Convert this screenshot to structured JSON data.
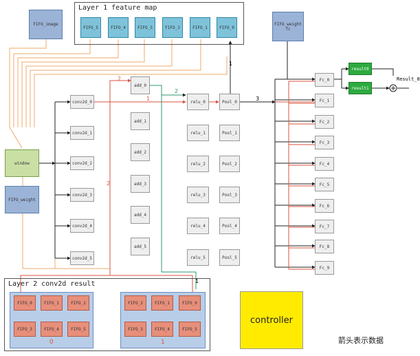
{
  "layer1": {
    "title": "Layer 1 feature map",
    "fifos": [
      "FIFO_5",
      "FIFO_4",
      "FIFO_3",
      "FIFO_2",
      "FIFO_1",
      "FIFO_0"
    ]
  },
  "fifo_image": "FIFO_image",
  "fifo_weight_fc": "FIFO_weight fc",
  "window": "window",
  "fifo_weight": "FIFO_weight",
  "conv": [
    "conv2d_0",
    "conv2d_1",
    "conv2d_2",
    "conv2d_3",
    "conv2d_4",
    "conv2d_5"
  ],
  "add": [
    "add_0",
    "add_1",
    "add_2",
    "add_3",
    "add_4",
    "add_5"
  ],
  "relu": [
    "relu_0",
    "relu_1",
    "relu_2",
    "relu_3",
    "relu_4",
    "relu_5"
  ],
  "pool": [
    "Pool_0",
    "Pool_1",
    "Pool_2",
    "Pool_3",
    "Pool_4",
    "Pool_5"
  ],
  "fc": [
    "Fc_0",
    "Fc_1",
    "Fc_2",
    "Fc_3",
    "Fc_4",
    "Fc_5",
    "Fc_6",
    "Fc_7",
    "Fc_8",
    "Fc_9"
  ],
  "result0": "result0",
  "result1": "result1",
  "result_out": "Result_0",
  "layer2": {
    "title": "Layer 2 conv2d result",
    "group0": {
      "label": "0",
      "fifos": [
        "FIFO_0",
        "FIFO_1",
        "FIFO_2",
        "FIFO_3",
        "FIFO_4",
        "FIFO_5"
      ]
    },
    "group1": {
      "label": "1",
      "fifos": [
        "FIFO_2",
        "FIFO_1",
        "FIFO_0",
        "FIFO_3",
        "FIFO_4",
        "FIFO_5"
      ]
    }
  },
  "controller": "controller",
  "note": "箭头表示数据",
  "arrow_labels": {
    "a": "1",
    "b": "2",
    "c": "3",
    "d": "2",
    "e": "1",
    "f": "1",
    "g": "2"
  },
  "colors": {
    "orange": "#f0a868",
    "red": "#d9533c",
    "green": "#2e9a6b",
    "black": "#222222"
  }
}
